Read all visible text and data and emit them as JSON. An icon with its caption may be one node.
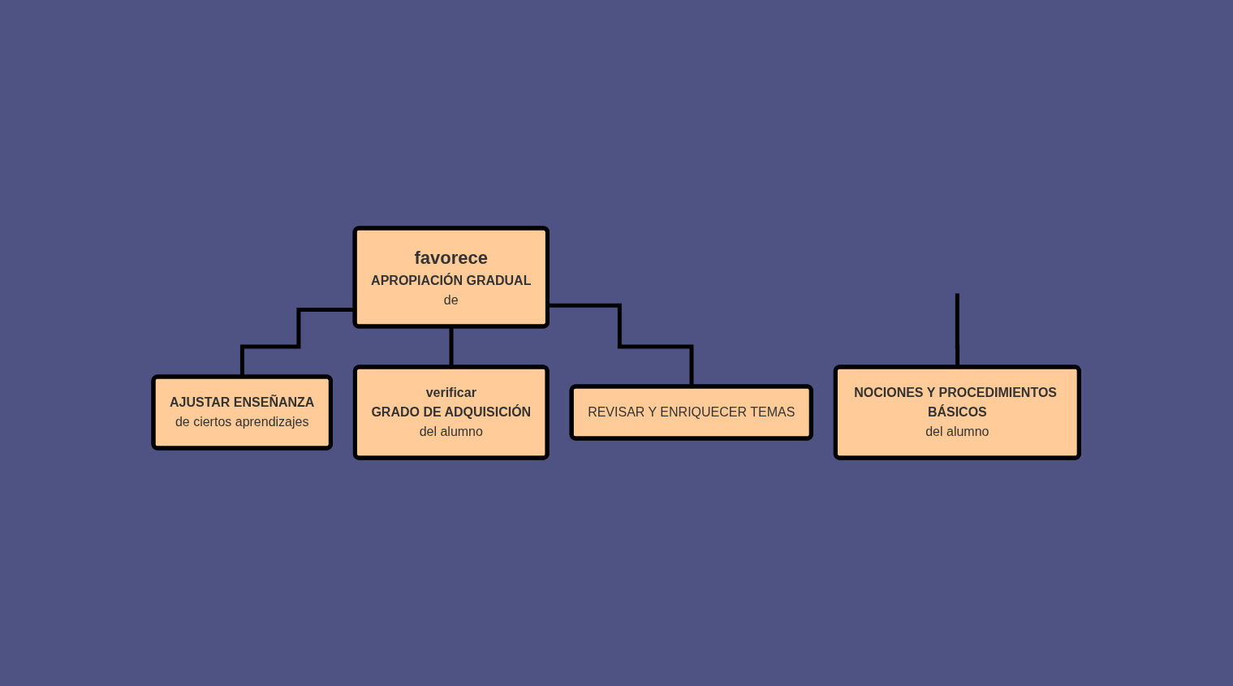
{
  "diagram": {
    "nodes": [
      {
        "text": [
          "favorece",
          "APROPIACIÓN GRADUAL",
          "de"
        ]
      },
      {
        "text": [
          "NOCIONES Y PROCEDIMIENTOS BÁSICOS",
          "del alumno"
        ]
      },
      {
        "text": [
          "AJUSTAR ENSEÑANZA",
          "de ciertos aprendizajes"
        ]
      },
      {
        "text": [
          "verificar",
          "GRADO DE ADQUISICIÓN",
          "del alumno"
        ]
      },
      {
        "text": [
          "REVISAR Y ENRIQUECER TEMAS"
        ]
      }
    ],
    "edges": [
      {
        "from": 0,
        "to": 2,
        "arrow": "none"
      },
      {
        "from": 0,
        "to": 3,
        "arrow": "none"
      },
      {
        "from": 0,
        "to": 4,
        "arrow": "none"
      },
      {
        "from": null,
        "to": 1,
        "arrow": "none"
      }
    ]
  }
}
